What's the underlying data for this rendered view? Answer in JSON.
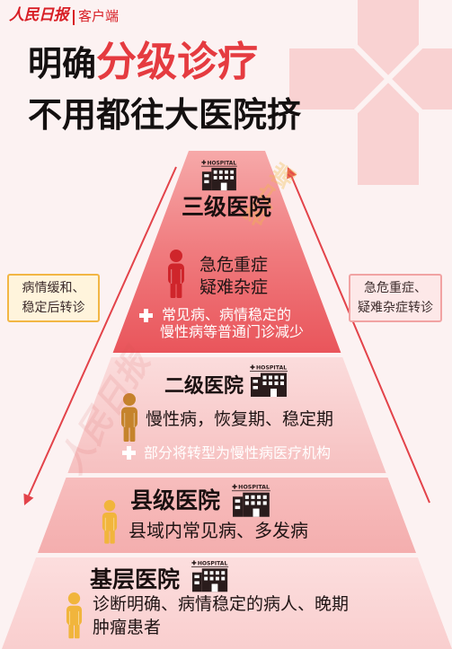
{
  "brand": {
    "logo_text": "人民日报",
    "client_label": "客户端"
  },
  "title": {
    "line1_black": "明确",
    "line1_red": "分级诊疗",
    "line2": "不用都往大医院挤"
  },
  "hospital_icon_label": "HOSPITAL",
  "pyramid": {
    "levels": [
      {
        "name": "三级医院",
        "lines": [
          "急危重症",
          "疑难杂症"
        ],
        "note_lines": [
          "常见病、病情稳定的",
          "慢性病等普通门诊减少"
        ],
        "person_color": "#cf252b"
      },
      {
        "name": "二级医院",
        "lines": [
          "慢性病，恢复期、稳定期"
        ],
        "note_lines": [
          "部分将转型为慢性病医疗机构"
        ],
        "person_color": "#c5832c"
      },
      {
        "name": "县级医院",
        "lines": [
          "县域内常见病、多发病"
        ],
        "person_color": "#f1b53c"
      },
      {
        "name": "基层医院",
        "lines": [
          "诊断明确、病情稳定的病人、晚期",
          "肿瘤患者"
        ],
        "person_color": "#f1b53c"
      }
    ]
  },
  "referral": {
    "downward": {
      "lines": [
        "病情缓和、",
        "稳定后转诊"
      ]
    },
    "upward": {
      "lines": [
        "急危重症、",
        "疑难杂症转诊"
      ]
    }
  },
  "watermark": {
    "left": "人民日报",
    "top": "客户端"
  },
  "colors": {
    "page_bg": "#fcf2f2",
    "brand_red": "#d81e25",
    "title_red": "#e53b40",
    "arrow_red": "#e3434a",
    "cross": "#f9d2d2",
    "icon_ink": "#2a1c1c",
    "level1_top": "#f6a9a9",
    "level1_mid": "#f07b7e",
    "level1_bottom": "#e9555b",
    "level2_top": "#fbdcdc",
    "level2_bottom": "#f6c0c0",
    "level3_top": "#f7bdbd",
    "level3_bottom": "#f4aeae",
    "level4_top": "#fcdede",
    "level4_bottom": "#f9cece",
    "note_left_border": "#f2b644",
    "note_left_fill": "#fff4dc",
    "note_right_border": "#f1a3a3",
    "note_right_fill": "#fde8e8"
  }
}
